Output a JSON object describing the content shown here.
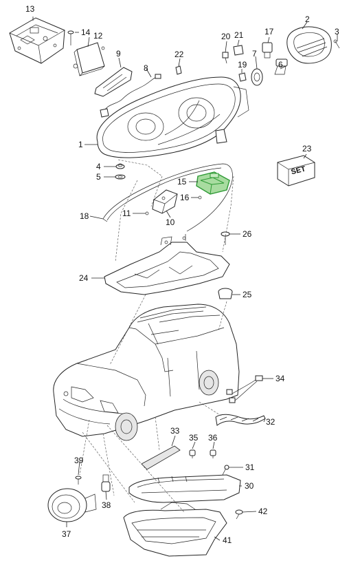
{
  "set_label": "SET",
  "highlight_color": "#a8dca0",
  "callouts": {
    "p1": "1",
    "p2": "2",
    "p3": "3",
    "p4": "4",
    "p5": "5",
    "p6": "6",
    "p7": "7",
    "p8": "8",
    "p9": "9",
    "p10": "10",
    "p11": "11",
    "p12": "12",
    "p13": "13",
    "p14": "14",
    "p15": "15",
    "p16": "16",
    "p17": "17",
    "p18": "18",
    "p19": "19",
    "p20": "20",
    "p21": "21",
    "p22": "22",
    "p23": "23",
    "p24": "24",
    "p25": "25",
    "p26": "26",
    "p30": "30",
    "p31": "31",
    "p32": "32",
    "p33": "33",
    "p34": "34",
    "p35": "35",
    "p36": "36",
    "p37": "37",
    "p38": "38",
    "p39": "39",
    "p41": "41",
    "p42": "42"
  }
}
